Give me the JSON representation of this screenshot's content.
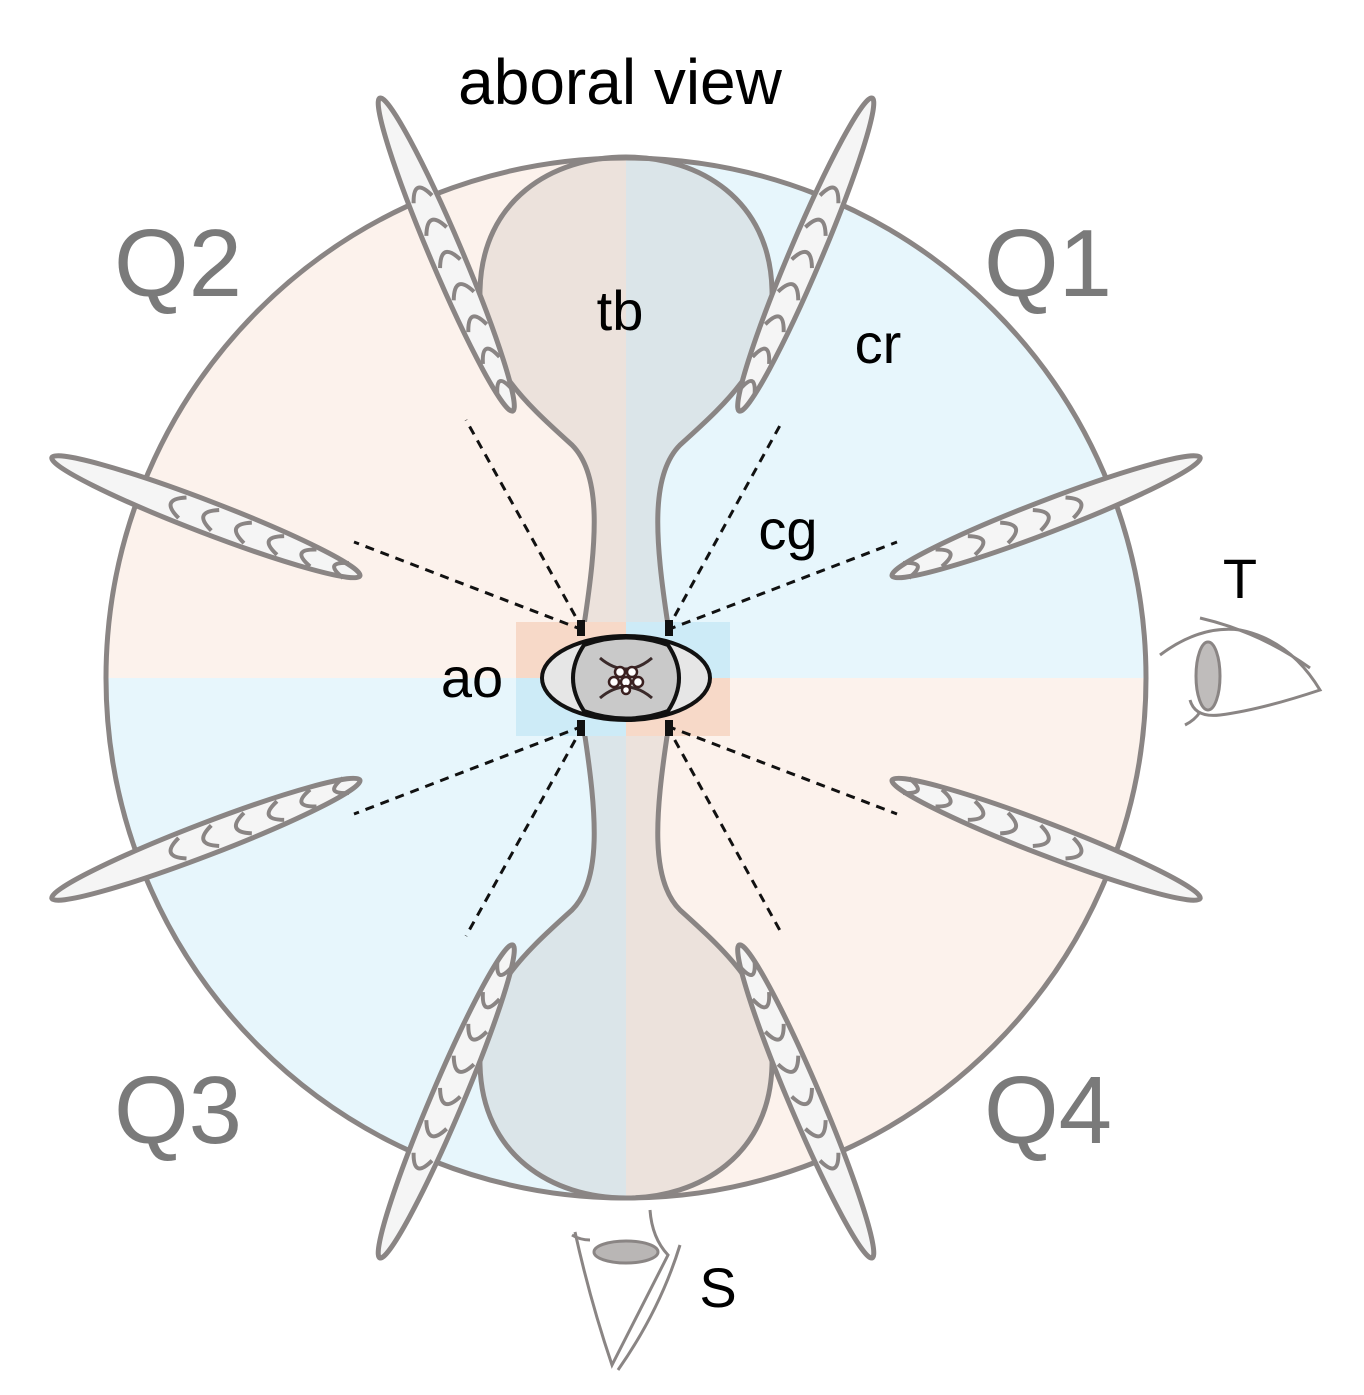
{
  "title": "aboral view",
  "quadrants": [
    "Q1",
    "Q2",
    "Q3",
    "Q4"
  ],
  "labels": {
    "tb": "tb",
    "cr": "cr",
    "cg": "cg",
    "ao": "ao",
    "tentacular_eye": "T",
    "sagittal_eye": "S"
  },
  "colors": {
    "blue_quadrant": "#e7f6fc",
    "peach_quadrant": "#fcf2ec",
    "tentacle_bulb_overlay": "#9a8f8a",
    "outline": "#8a8584",
    "aboral_organ": "#c9c9c9",
    "canal": "#111111"
  }
}
